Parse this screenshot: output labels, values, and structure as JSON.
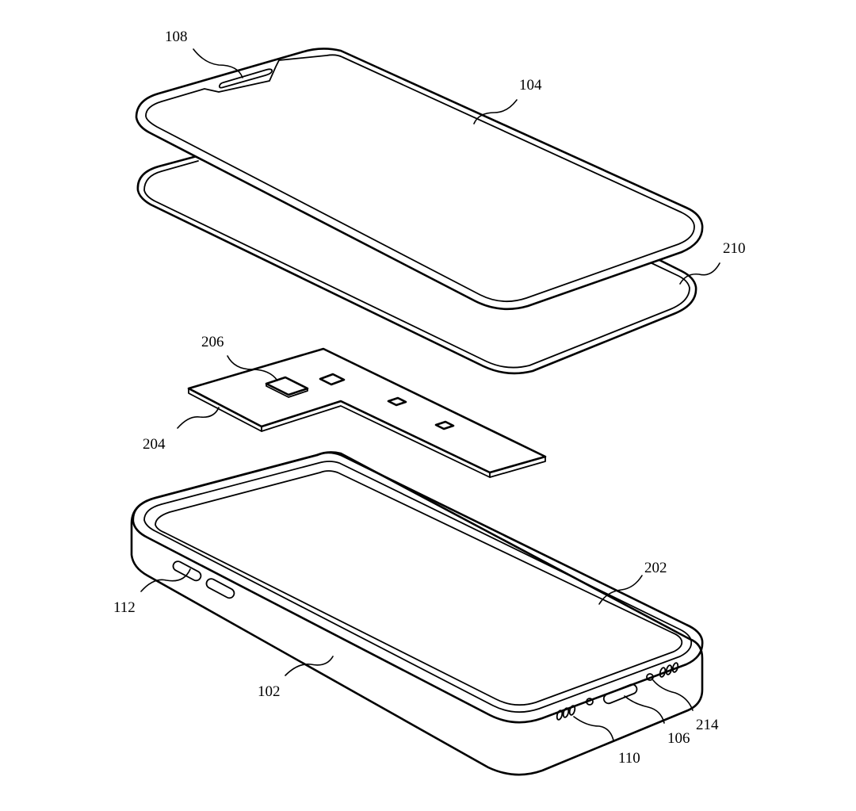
{
  "figure": {
    "type": "exploded-view patent line drawing",
    "subject": "electronic device (phone) exploded assembly",
    "background_color": "#ffffff",
    "line_color": "#000000"
  },
  "labels": {
    "cover_glass": "104",
    "receiver_opening": "108",
    "display_layer": "210",
    "component": "206",
    "circuit_board": "204",
    "housing": "102",
    "side_buttons": "112",
    "inner_frame": "202",
    "speaker_holes": "110",
    "port": "106",
    "microphone_hole": "214"
  }
}
